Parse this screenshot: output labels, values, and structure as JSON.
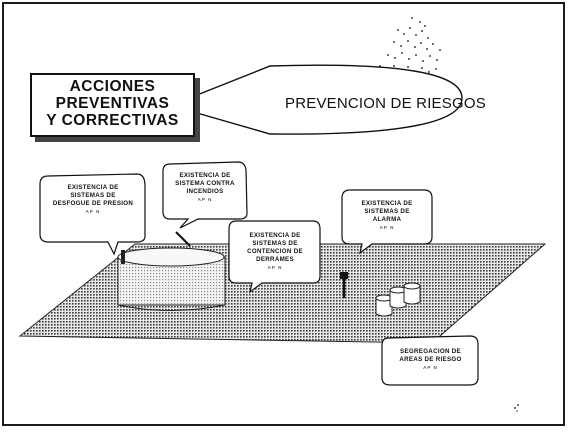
{
  "title": {
    "line1": "ACCIONES",
    "line2": "PREVENTIVAS",
    "line3": "Y CORRECTIVAS"
  },
  "subtitle": "PREVENCION DE RIESGOS",
  "bubbles": {
    "desfogue": {
      "line1": "EXISTENCIA DE",
      "line2": "SISTEMAS DE",
      "line3": "DESFOGUE DE PRESION",
      "small": "AP N"
    },
    "incendios": {
      "line1": "EXISTENCIA DE",
      "line2": "SISTEMA CONTRA",
      "line3": "INCENDIOS",
      "small": "AP N"
    },
    "derrames": {
      "line1": "EXISTENCIA DE",
      "line2": "SISTEMAS DE",
      "line3": "CONTENCION DE",
      "line4": "DERRAMES",
      "small": "AP N"
    },
    "alarma": {
      "line1": "EXISTENCIA DE",
      "line2": "SISTEMAS DE",
      "line3": "ALARMA",
      "small": "AP N"
    },
    "segregacion": {
      "line1": "SEGREGACION DE",
      "line2": "AREAS DE RIESGO",
      "small": "AP N"
    }
  },
  "colors": {
    "ink": "#111111",
    "ground_dots": "#555555",
    "tank_dots": "#9a9a9a"
  }
}
